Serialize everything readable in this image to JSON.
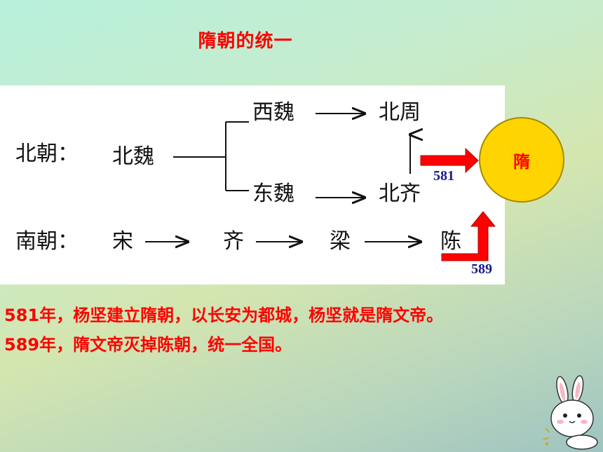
{
  "title": "隋朝的统一",
  "diagram": {
    "north_label": "北朝：",
    "south_label": "南朝：",
    "north_nodes": {
      "bei_wei": "北魏",
      "xi_wei": "西魏",
      "dong_wei": "东魏",
      "bei_zhou": "北周",
      "bei_qi": "北齐"
    },
    "south_nodes": [
      "宋",
      "齐",
      "梁",
      "陈"
    ],
    "sui": "隋",
    "year_north": "581",
    "year_south": "589"
  },
  "description": [
    "581年，杨坚建立隋朝，以长安为都城，杨坚就是隋文帝。",
    "589年，隋文帝灭掉陈朝，统一全国。"
  ],
  "colors": {
    "title": "#ff0000",
    "arrow": "#ff0000",
    "circle": "#ffd400",
    "year": "#1a1a8a"
  }
}
